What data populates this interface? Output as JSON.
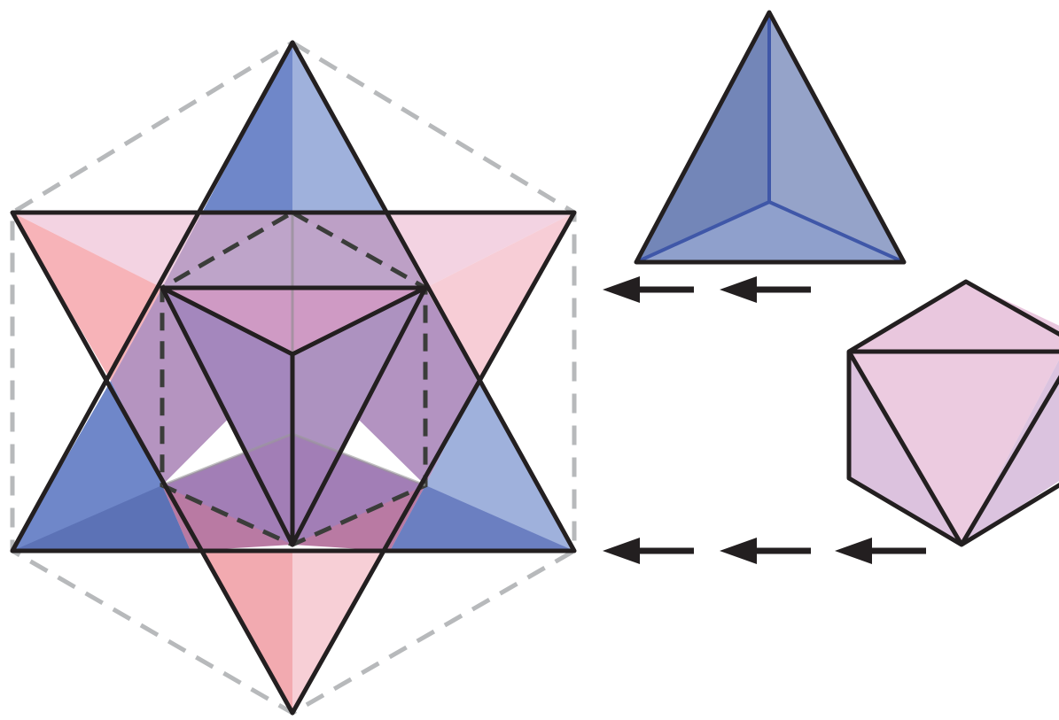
{
  "diagram": {
    "components": [
      {
        "name": "stellated-octahedron",
        "description_icon": "star-tetrahedron"
      },
      {
        "name": "tetrahedron",
        "description_icon": "tetrahedron-icon"
      },
      {
        "name": "octahedron",
        "description_icon": "octahedron-icon"
      }
    ],
    "arrows": {
      "top_row_count": 2,
      "bottom_row_count": 3
    },
    "colors": {
      "background": "#ffffff",
      "outline": "#231f20",
      "dashed_gray": "#b7b9bb",
      "dashed_dark": "#3b3d3a",
      "blue_dark": "#5c72b6",
      "blue_mid": "#6f87c9",
      "blue_light": "#9fb1dc",
      "pink_dark": "#f2aab0",
      "pink_light": "#f7cfd6",
      "purple_mid": "#a487bd",
      "purple_dark": "#8f77b8",
      "magenta": "#b97aa3",
      "tetra_left": "#7386b8",
      "tetra_right": "#95a3c9",
      "tetra_bottom": "#8fa0cc",
      "octa_front": "#eccbe0",
      "octa_side": "#dcc2de"
    }
  }
}
